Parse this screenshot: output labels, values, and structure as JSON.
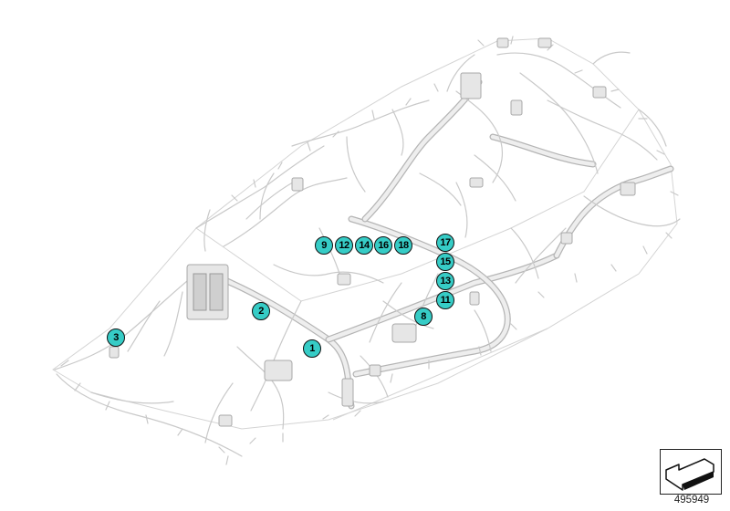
{
  "diagram": {
    "id_number": "495949",
    "callout_color": "#36ccc6",
    "wire_color": "#c9c9c9",
    "callouts": [
      {
        "label": "1"
      },
      {
        "label": "2"
      },
      {
        "label": "3"
      },
      {
        "label": "8"
      },
      {
        "label": "9"
      },
      {
        "label": "11"
      },
      {
        "label": "12"
      },
      {
        "label": "13"
      },
      {
        "label": "14"
      },
      {
        "label": "15"
      },
      {
        "label": "16"
      },
      {
        "label": "17"
      },
      {
        "label": "18"
      }
    ],
    "icons": [
      "orientation-arrow-icon"
    ]
  }
}
